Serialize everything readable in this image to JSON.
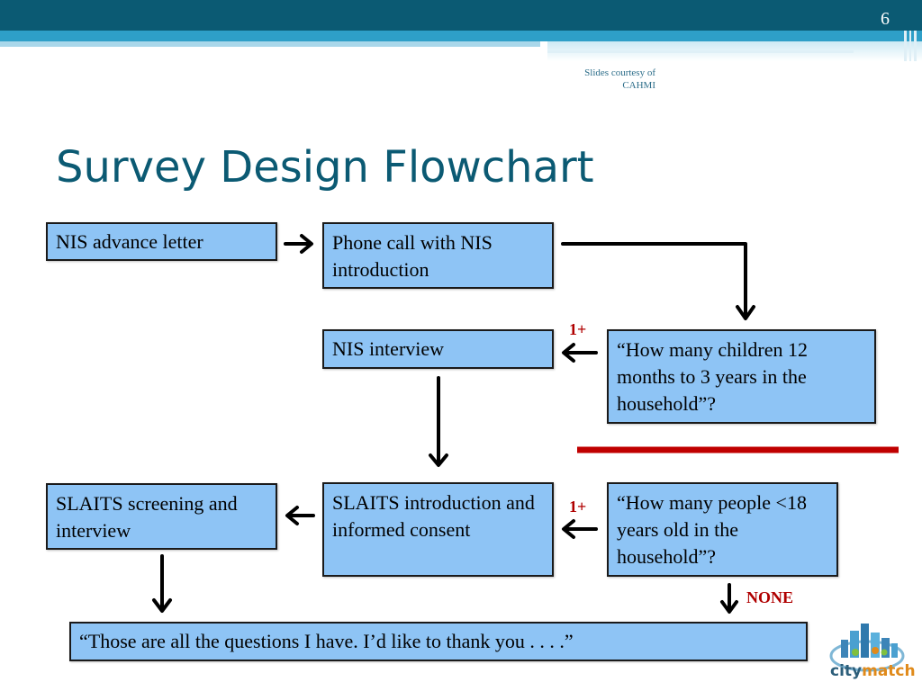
{
  "slide": {
    "number": "6",
    "credit": "Slides courtesy of\nCAHMI",
    "title": "Survey Design Flowchart"
  },
  "flowchart": {
    "nodes": {
      "advance_letter": "NIS advance letter",
      "phone_call": "Phone call with NIS introduction",
      "nis_interview": "NIS interview",
      "children_question": "“How many children 12 months to 3 years in the household”?",
      "slaits_screening": "SLAITS screening and interview",
      "slaits_intro": "SLAITS introduction and informed consent",
      "people_question": "“How many people <18 years old in the household”?",
      "closing": "“Those are all the questions I have.  I’d like to thank you . . . .”"
    },
    "labels": {
      "one_plus_upper": "1+",
      "one_plus_lower": "1+",
      "none": "NONE"
    }
  },
  "colors": {
    "box_fill": "#8ec4f5",
    "title": "#0b5a73",
    "label_red": "#b00000",
    "divider": "#c00000"
  },
  "logo": {
    "text_part1": "city",
    "text_part2": "match"
  }
}
